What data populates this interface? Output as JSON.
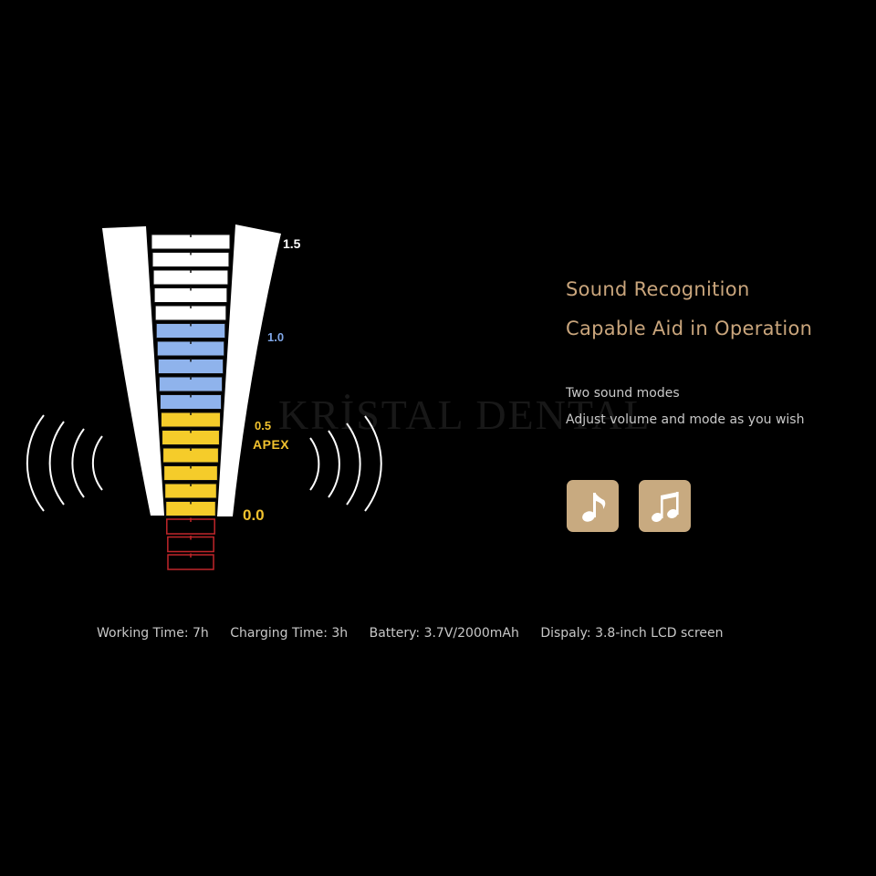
{
  "gauge": {
    "scale_labels": {
      "top": "1.5",
      "upper": "1.0",
      "middle": "0.5",
      "apex": "APEX",
      "zero": "0.0"
    },
    "segments": {
      "white": 5,
      "blue": 5,
      "yellow": 6,
      "red": 3
    },
    "colors": {
      "white": "#ffffff",
      "blue": "#8fb3ec",
      "yellow": "#f5cc2a",
      "red": "#c0262a",
      "tooth": "#ffffff",
      "sound_waves": "#ffffff"
    }
  },
  "watermark": "KRİSTAL DENTAL",
  "feature": {
    "heading_line1": "Sound Recognition",
    "heading_line2": "Capable Aid in Operation",
    "desc_line1": "Two sound modes",
    "desc_line2": "Adjust volume and mode as you wish",
    "accent_color": "#c9a57c",
    "mode_buttons": [
      {
        "icon": "eighth-note-icon"
      },
      {
        "icon": "beamed-notes-icon"
      }
    ]
  },
  "specs": {
    "working_time": "Working Time: 7h",
    "charging_time": "Charging Time: 3h",
    "battery": "Battery: 3.7V/2000mAh",
    "display": "Dispaly:  3.8-inch LCD screen"
  }
}
